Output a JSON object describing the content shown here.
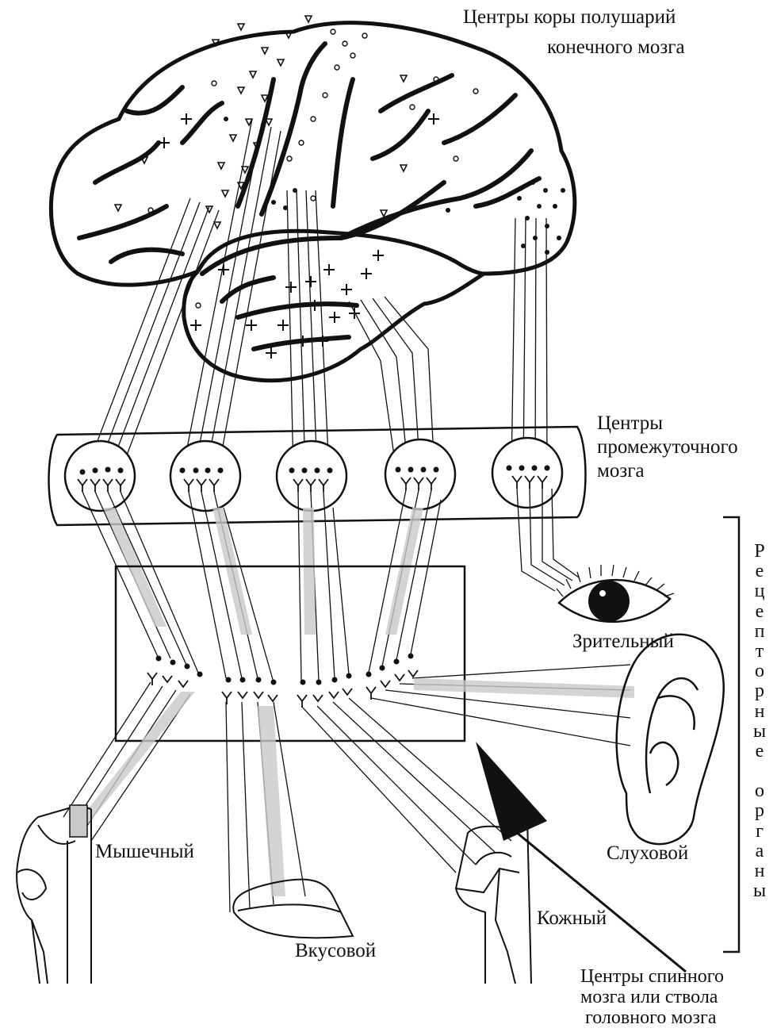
{
  "labels": {
    "cortex_line1": "Центры коры полушарий",
    "cortex_line2": "конечного мозга",
    "diencephalon_line1": "Центры",
    "diencephalon_line2": "промежуточного",
    "diencephalon_line3": "мозга",
    "visual": "Зрительный",
    "auditory": "Слуховой",
    "muscle": "Мышечный",
    "skin": "Кожный",
    "taste": "Вкусовой",
    "spinal_line1": "Центры  спинного",
    "spinal_line2": "мозга или ствола",
    "spinal_line3": "головного мозга",
    "receptor_organs": [
      "Р",
      "е",
      "ц",
      "е",
      "п",
      "т",
      "о",
      "р",
      "н",
      "ы",
      "е",
      " ",
      "о",
      "р",
      "г",
      "а",
      "н",
      "ы"
    ]
  }
}
